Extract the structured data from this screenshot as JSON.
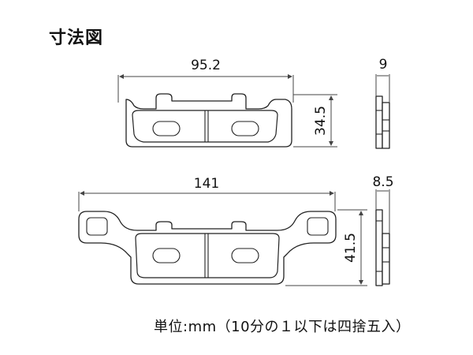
{
  "title": "寸法図",
  "unit_note": "単位:mm（10分の１以下は四捨五入）",
  "pad_top": {
    "width": "95.2",
    "height": "34.5",
    "thickness": "9"
  },
  "pad_bottom": {
    "width": "141",
    "height": "41.5",
    "thickness": "8.5"
  }
}
